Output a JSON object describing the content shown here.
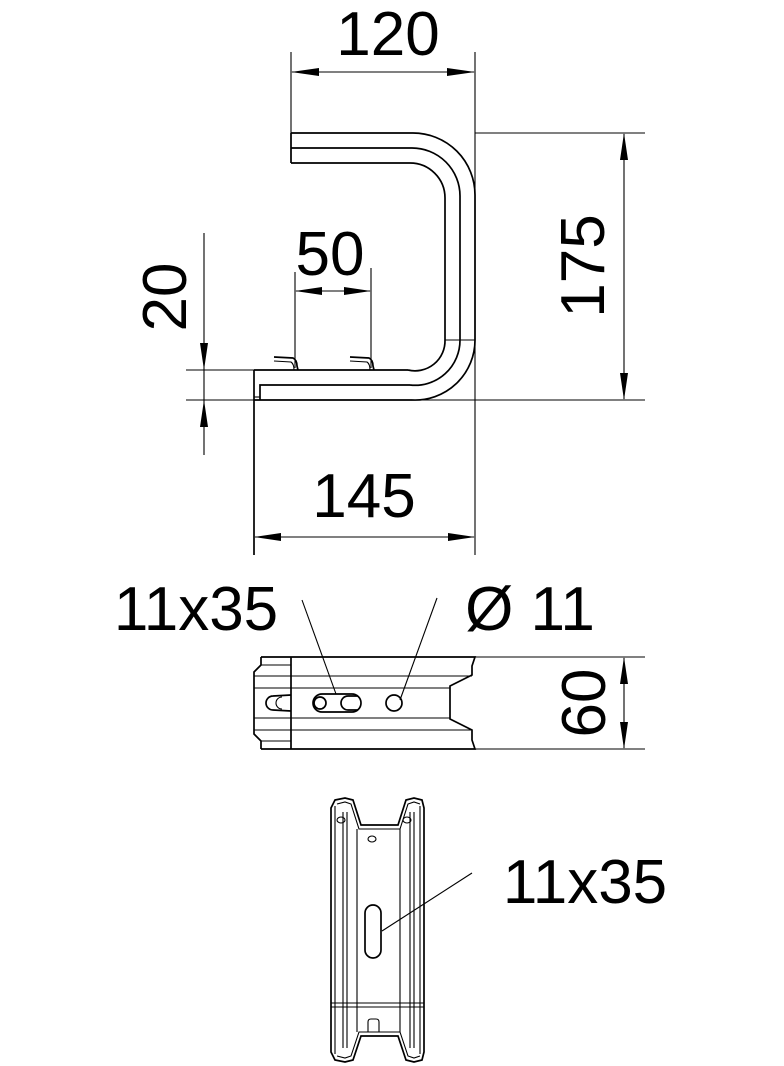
{
  "drawing": {
    "type": "technical-drawing",
    "subject": "C-shaped wall/ceiling bracket with top view and front view",
    "line_color": "#000000",
    "background_color": "#ffffff",
    "side_view": {
      "dimensions": {
        "width_top": "120",
        "height_total": "175",
        "hook_spacing": "50",
        "base_thickness": "20",
        "width_bottom": "145"
      }
    },
    "top_view": {
      "callouts": {
        "slot": "11x35",
        "hole": "Ø 11"
      },
      "dimensions": {
        "depth": "60"
      }
    },
    "front_view": {
      "callouts": {
        "slot": "11x35"
      }
    }
  }
}
